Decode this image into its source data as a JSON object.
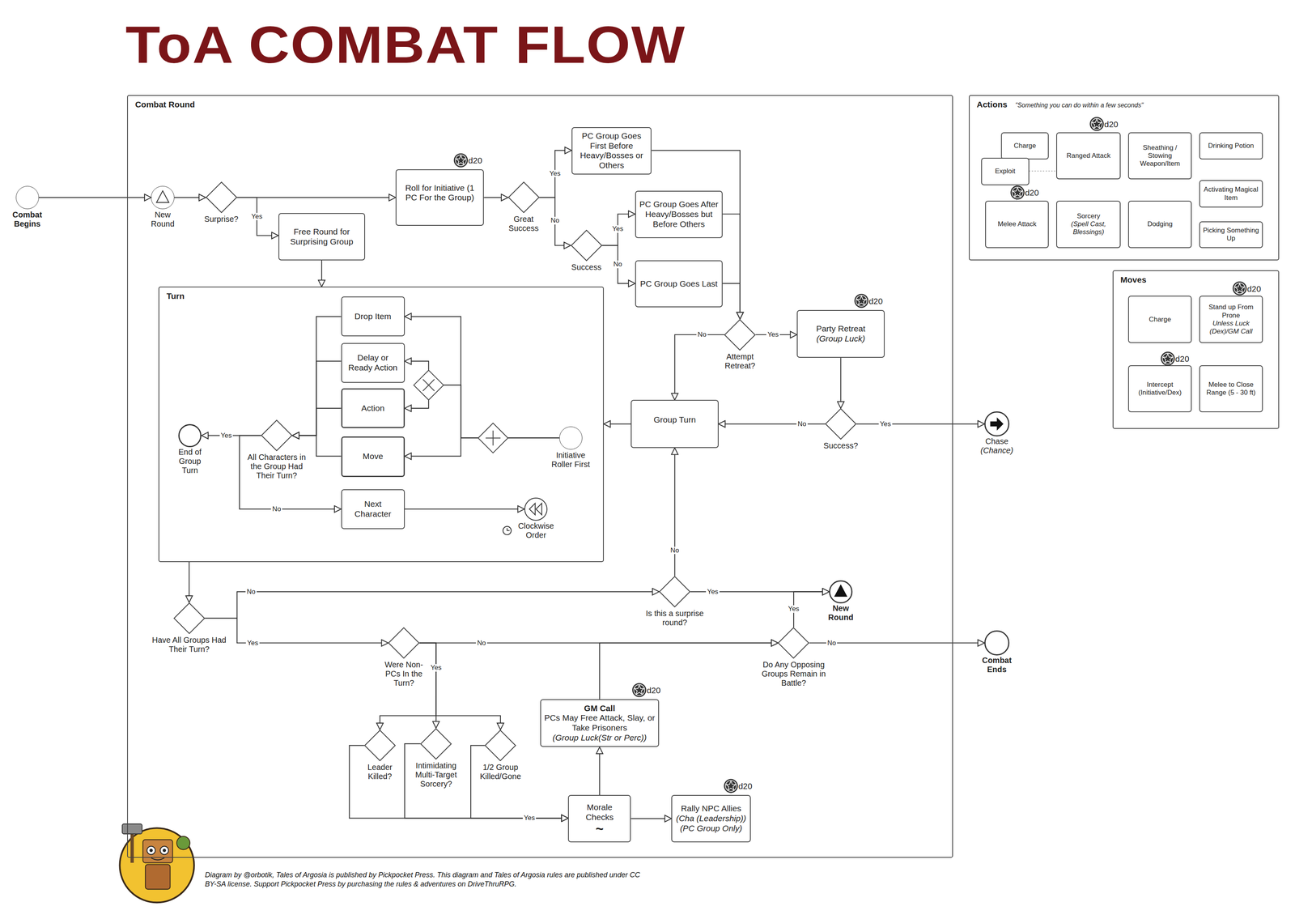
{
  "diagram": {
    "title": "ToA COMBAT FLOW",
    "caption": "Diagram by @orbotik, Tales of Argosia is published by Pickpocket Press. This diagram and Tales of Argosia rules are published under CC BY-SA license. Support Pickpocket Press by purchasing the rules & adventures on DriveThruRPG.",
    "nodes": [
      {
        "text": [
          "Combat Round"
        ]
      },
      {
        "text": [
          "Combat Begins"
        ]
      },
      {
        "text": [
          "New Round"
        ],
        "in": 0
      },
      {
        "text": [
          "Surprise?"
        ],
        "in": 0
      },
      {
        "text": [
          "Free Round for Surprising Group"
        ],
        "in": 0
      },
      {
        "text": [
          "Roll for Initiative (1 PC For the Group)"
        ],
        "in": 0
      },
      {
        "text": [
          "Great Success"
        ],
        "in": 0
      },
      {
        "text": [
          "PC Group Goes First Before Heavy/Bosses or Others"
        ],
        "in": 0
      },
      {
        "text": [
          "Success"
        ],
        "in": 0
      },
      {
        "text": [
          "PC Group Goes After Heavy/Bosses but Before Others"
        ],
        "in": 0
      },
      {
        "text": [
          "PC Group Goes Last"
        ],
        "in": 0
      },
      {
        "text": [
          "Attempt Retreat?"
        ],
        "in": 0
      },
      {
        "text": [
          "Party Retreat",
          "(Group Luck)"
        ],
        "in": 0
      },
      {
        "text": [
          "Success?"
        ],
        "in": 0
      },
      {
        "text": [
          "Chase",
          "(Chance)"
        ]
      },
      {
        "text": [
          "Group Turn"
        ],
        "in": 0
      },
      {
        "text": [
          "Turn"
        ],
        "in": 0
      },
      {
        "text": [
          "Drop Item"
        ],
        "in": 16
      },
      {
        "text": [
          "Delay or Ready Action"
        ],
        "in": 16
      },
      {
        "text": [
          "Action"
        ],
        "in": 16
      },
      {
        "text": [
          "Move"
        ],
        "in": 16
      },
      {
        "text": [
          "Initiative Roller First"
        ],
        "in": 16
      },
      {
        "text": [
          "All Characters in the Group Had Their Turn?"
        ],
        "in": 16
      },
      {
        "text": [
          "End of Group Turn"
        ],
        "in": 16
      },
      {
        "text": [
          "Next Character"
        ],
        "in": 16
      },
      {
        "text": [
          "Clockwise Order"
        ],
        "in": 16
      },
      {
        "text": [
          "Have All Groups Had Their Turn?"
        ],
        "in": 0
      },
      {
        "text": [
          "Is this a surprise round?"
        ],
        "in": 0
      },
      {
        "text": [
          "New Round"
        ],
        "in": 0
      },
      {
        "text": [
          "Were Non-PCs In the Turn?"
        ],
        "in": 0
      },
      {
        "text": [
          "Do Any Opposing Groups Remain in Battle?"
        ],
        "in": 0
      },
      {
        "text": [
          "Combat Ends"
        ]
      },
      {
        "text": [
          "Leader Killed?"
        ],
        "in": 0
      },
      {
        "text": [
          "Intimidating Multi-Target Sorcery?"
        ],
        "in": 0
      },
      {
        "text": [
          "1/2 Group Killed/Gone"
        ],
        "in": 0
      },
      {
        "text": [
          "GM Call",
          "PCs May Free Attack, Slay, or Take Prisoners",
          "(Group Luck(Str or Perc))"
        ],
        "in": 0
      },
      {
        "text": [
          "Morale Checks",
          "~"
        ],
        "in": 0
      },
      {
        "text": [
          "Rally NPC Allies",
          "(Cha (Leadership)) (PC Group Only)"
        ],
        "in": 0
      },
      {
        "text": [
          "Actions",
          "\"Something you can do within a few seconds\""
        ]
      },
      {
        "text": [
          "Charge"
        ],
        "in": 38
      },
      {
        "text": [
          "Exploit"
        ],
        "in": 38
      },
      {
        "text": [
          "Melee Attack"
        ],
        "in": 38
      },
      {
        "text": [
          "Ranged Attack"
        ],
        "in": 38
      },
      {
        "text": [
          "Sorcery",
          "(Spell Cast, Blessings)"
        ],
        "in": 38
      },
      {
        "text": [
          "Sheathing / Stowing Weapon/Item"
        ],
        "in": 38
      },
      {
        "text": [
          "Dodging"
        ],
        "in": 38
      },
      {
        "text": [
          "Drinking Potion"
        ],
        "in": 38
      },
      {
        "text": [
          "Activating Magical Item"
        ],
        "in": 38
      },
      {
        "text": [
          "Picking Something Up"
        ],
        "in": 38
      },
      {
        "text": [
          "Moves"
        ]
      },
      {
        "text": [
          "Charge"
        ],
        "in": 49
      },
      {
        "text": [
          "Stand up From Prone",
          "Unless Luck (Dex)/GM Call"
        ],
        "in": 49
      },
      {
        "text": [
          "Intercept (Initiative/Dex)"
        ],
        "in": 49
      },
      {
        "text": [
          "Melee to Close Range (5 - 30 ft)"
        ],
        "in": 49
      }
    ],
    "edges": [
      {
        "from": 1,
        "to": 2,
        "arrow": "to"
      },
      {
        "from": 2,
        "to": 3,
        "arrow": "to"
      },
      {
        "from": 3,
        "to": 5,
        "arrow": "to"
      },
      {
        "from": 3,
        "to": 4,
        "arrow": "to",
        "label": "Yes"
      },
      {
        "from": 4,
        "to": 16,
        "arrow": "to"
      },
      {
        "from": 5,
        "to": 6,
        "arrow": "to"
      },
      {
        "from": 6,
        "to": 7,
        "arrow": "to",
        "label": "Yes"
      },
      {
        "from": 6,
        "to": 8,
        "arrow": "to",
        "label": "No"
      },
      {
        "from": 8,
        "to": 9,
        "arrow": "to",
        "label": "Yes"
      },
      {
        "from": 8,
        "to": 10,
        "arrow": "to",
        "label": "No"
      },
      {
        "from": 7,
        "to": 11,
        "arrow": "to"
      },
      {
        "from": 9,
        "to": 11,
        "arrow": "to"
      },
      {
        "from": 10,
        "to": 11,
        "arrow": "to"
      },
      {
        "from": 11,
        "to": 15,
        "arrow": "to",
        "label": "No"
      },
      {
        "from": 11,
        "to": 12,
        "arrow": "to",
        "label": "Yes"
      },
      {
        "from": 12,
        "to": 13,
        "arrow": "to"
      },
      {
        "from": 13,
        "to": 15,
        "arrow": "to",
        "label": "No"
      },
      {
        "from": 13,
        "to": 14,
        "arrow": "to",
        "label": "Yes"
      },
      {
        "from": 15,
        "to": 16,
        "arrow": "to"
      },
      {
        "from": 21,
        "to": 17,
        "arrow": "to"
      },
      {
        "from": 21,
        "to": 18,
        "arrow": "to"
      },
      {
        "from": 21,
        "to": 19,
        "arrow": "to"
      },
      {
        "from": 21,
        "to": 20,
        "arrow": "to"
      },
      {
        "from": 17,
        "to": 22,
        "arrow": "to"
      },
      {
        "from": 18,
        "to": 22,
        "arrow": "to"
      },
      {
        "from": 19,
        "to": 22,
        "arrow": "to"
      },
      {
        "from": 20,
        "to": 22,
        "arrow": "to"
      },
      {
        "from": 22,
        "to": 23,
        "arrow": "to",
        "label": "Yes"
      },
      {
        "from": 22,
        "to": 24,
        "arrow": "to",
        "label": "No"
      },
      {
        "from": 24,
        "to": 25,
        "arrow": "to"
      },
      {
        "from": 16,
        "to": 26,
        "arrow": "to"
      },
      {
        "from": 26,
        "to": 27,
        "arrow": "to",
        "label": "No"
      },
      {
        "from": 26,
        "to": 29,
        "arrow": "to",
        "label": "Yes"
      },
      {
        "from": 27,
        "to": 15,
        "arrow": "to",
        "label": "No"
      },
      {
        "from": 27,
        "to": 28,
        "arrow": "to",
        "label": "Yes"
      },
      {
        "from": 29,
        "to": 30,
        "arrow": "to",
        "label": "No"
      },
      {
        "from": 29,
        "to": 32,
        "arrow": "to"
      },
      {
        "from": 29,
        "to": 33,
        "arrow": "to",
        "label": "Yes"
      },
      {
        "from": 29,
        "to": 34,
        "arrow": "to"
      },
      {
        "from": 32,
        "to": 36,
        "arrow": "to"
      },
      {
        "from": 33,
        "to": 36,
        "arrow": "to"
      },
      {
        "from": 34,
        "to": 36,
        "arrow": "to",
        "label": "Yes"
      },
      {
        "from": 36,
        "to": 35,
        "arrow": "to"
      },
      {
        "from": 36,
        "to": 37,
        "arrow": "to"
      },
      {
        "from": 35,
        "to": 30,
        "arrow": "to"
      },
      {
        "from": 30,
        "to": 28,
        "arrow": "to",
        "label": "Yes"
      },
      {
        "from": 30,
        "to": 31,
        "arrow": "to",
        "label": "No"
      },
      {
        "from": 40,
        "to": 41,
        "arrow": "none"
      },
      {
        "from": 40,
        "to": 42,
        "arrow": "none"
      }
    ],
    "labels": [
      "d20",
      "d20",
      "d20",
      "d20",
      "d20",
      "d20",
      "d20",
      "d20"
    ]
  }
}
